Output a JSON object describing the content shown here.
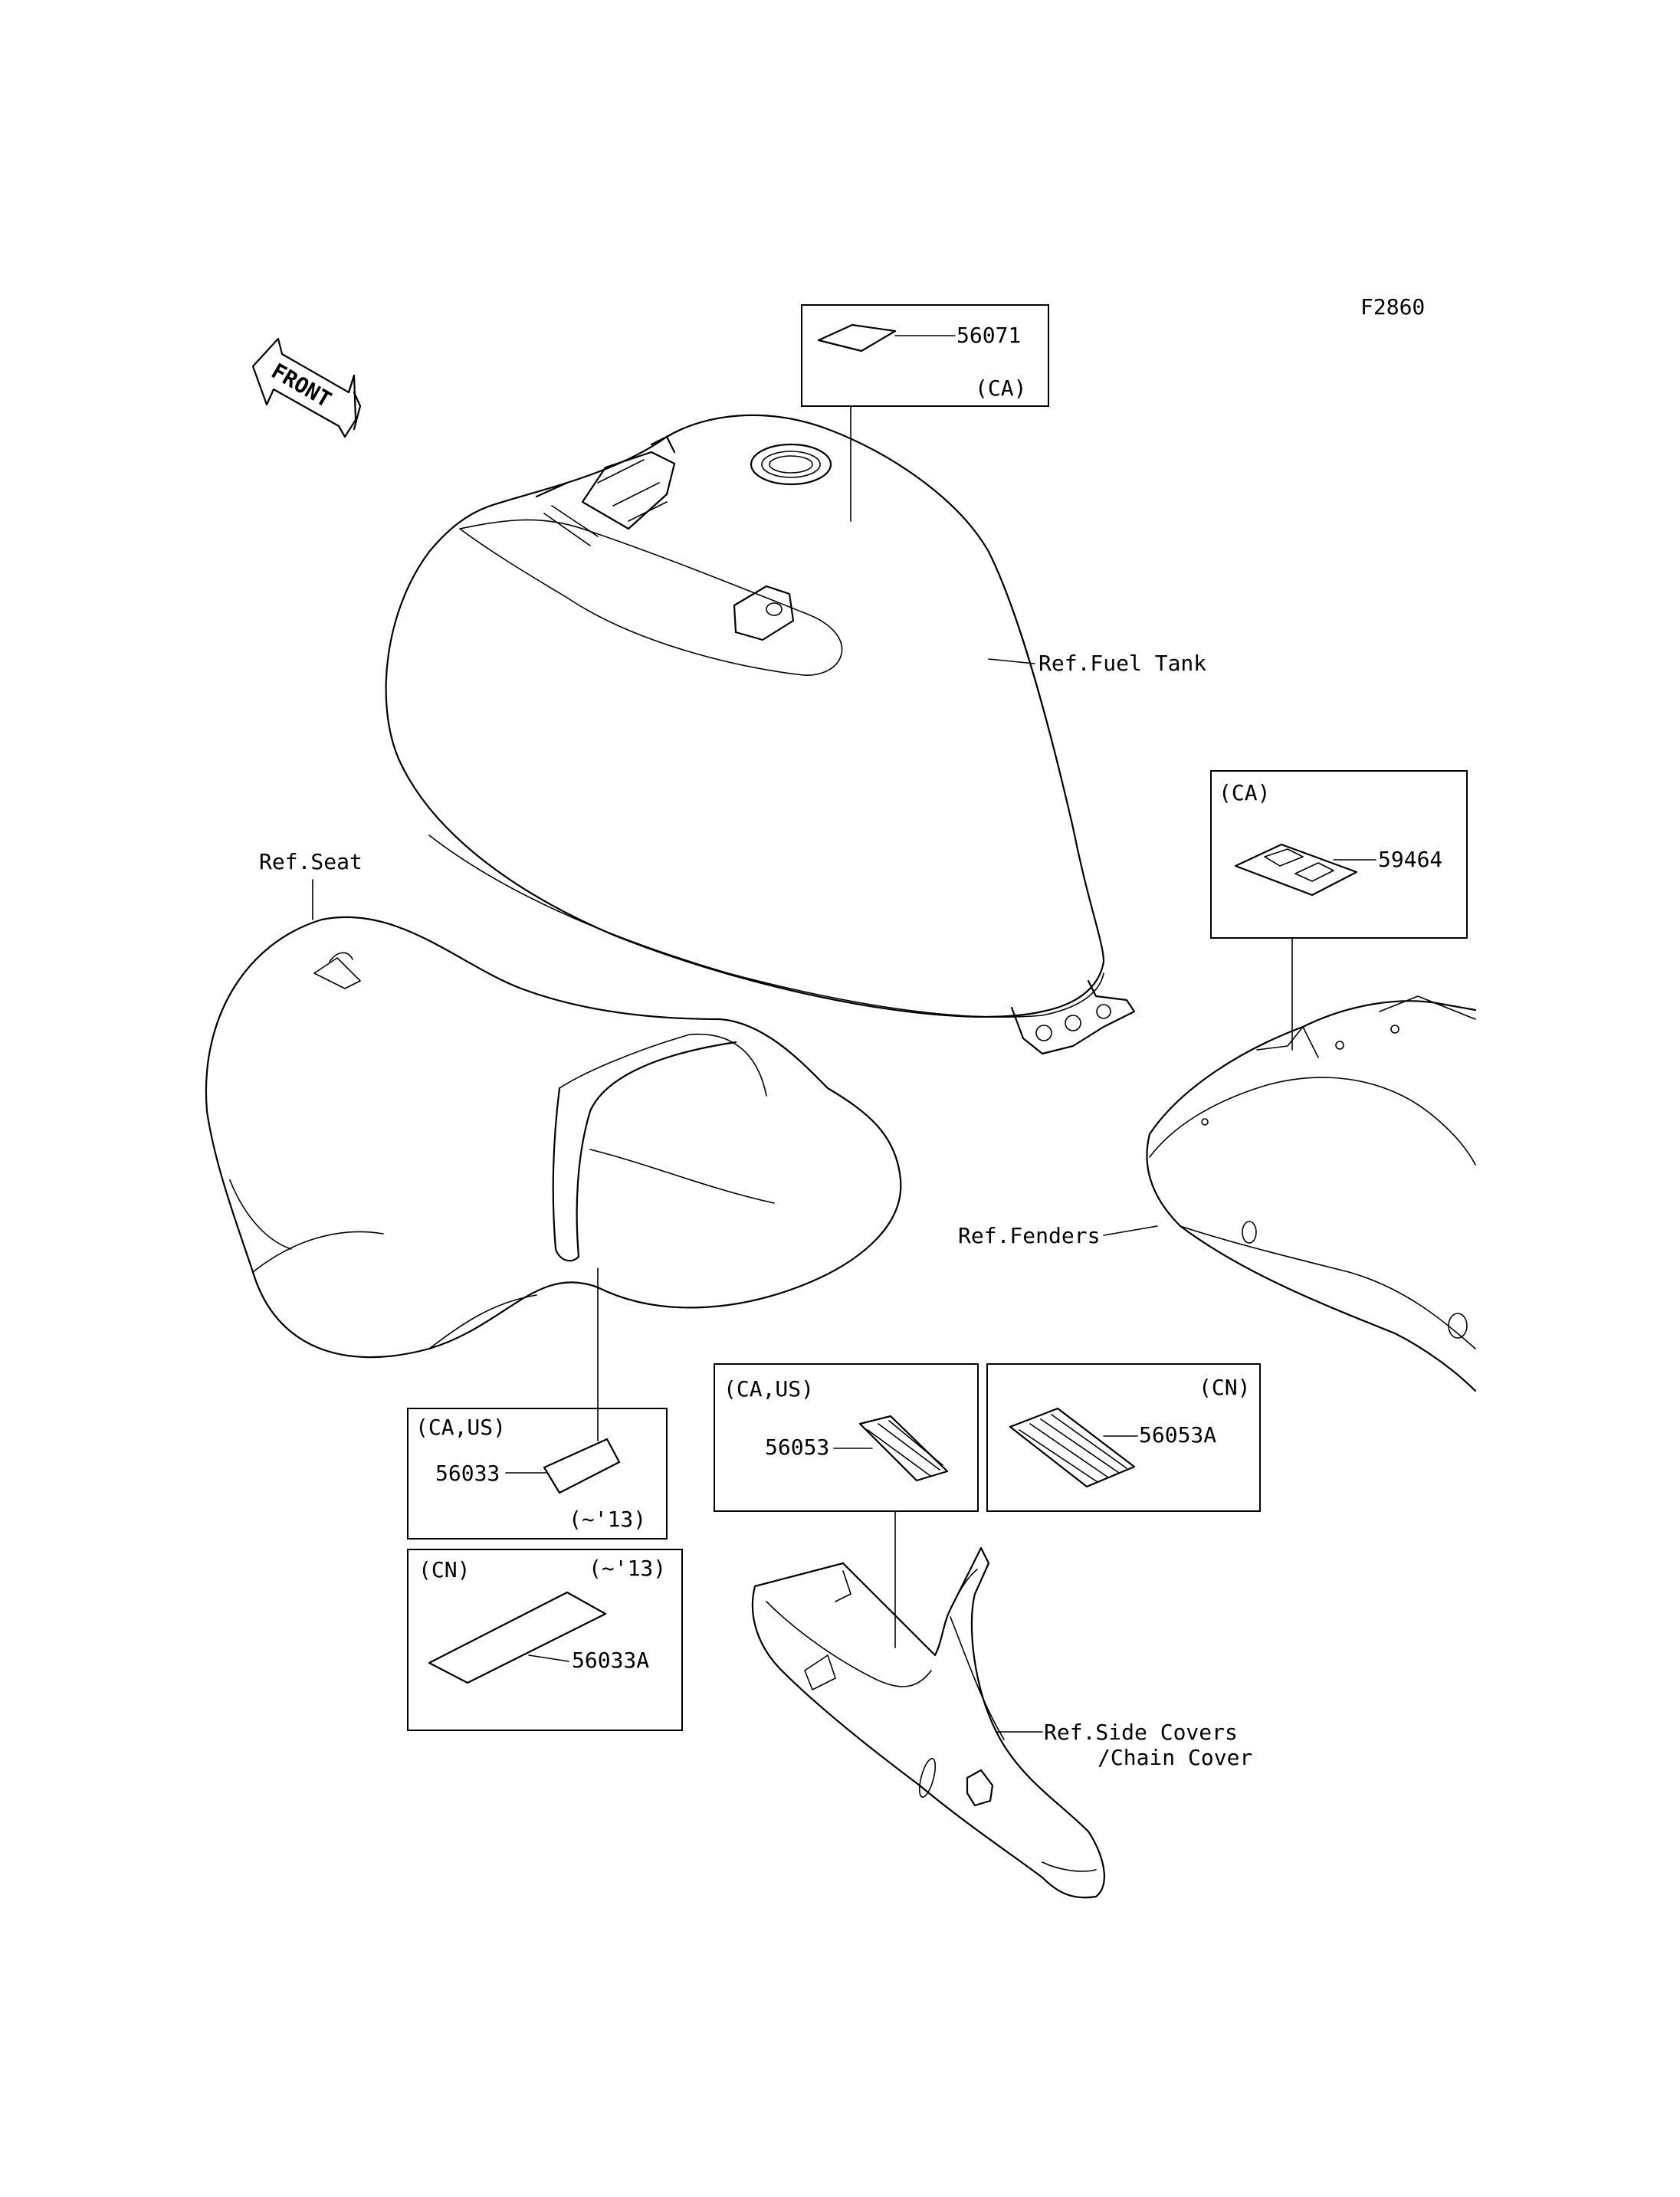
{
  "figure_code": "F2860",
  "front_arrow": {
    "text": "FRONT",
    "icon": "front-direction-arrow-icon"
  },
  "references": {
    "fuel_tank": "Ref.Fuel Tank",
    "seat": "Ref.Seat",
    "fenders": "Ref.Fenders",
    "side_covers_line1": "Ref.Side Covers",
    "side_covers_line2": "/Chain Cover"
  },
  "parts": {
    "p56071": {
      "number": "56071",
      "market": "(CA)"
    },
    "p59464": {
      "number": "59464",
      "market": "(CA)"
    },
    "p56033": {
      "number": "56033",
      "market": "(CA,US)",
      "note": "(~'13)"
    },
    "p56033A": {
      "number": "56033A",
      "market": "(CN)",
      "note": "(~'13)"
    },
    "p56053": {
      "number": "56053",
      "market": "(CA,US)"
    },
    "p56053A": {
      "number": "56053A",
      "market": "(CN)"
    }
  }
}
